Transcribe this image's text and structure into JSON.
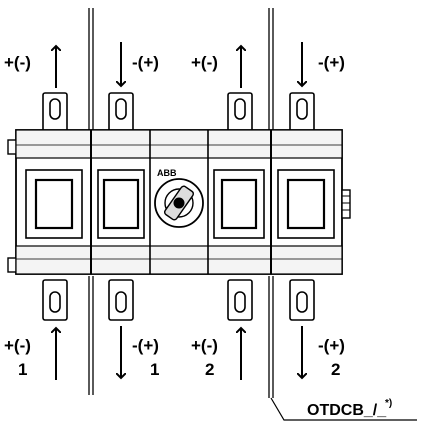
{
  "brand": {
    "logo": "ABB"
  },
  "top_labels": [
    {
      "polarity": "+(-)",
      "direction": "up"
    },
    {
      "polarity": "-(+)",
      "direction": "down"
    },
    {
      "polarity": "+(-)",
      "direction": "up"
    },
    {
      "polarity": "-(+)",
      "direction": "down"
    }
  ],
  "bottom_labels": [
    {
      "polarity": "+(-)",
      "number": "1",
      "direction": "up"
    },
    {
      "polarity": "-(+)",
      "number": "1",
      "direction": "down"
    },
    {
      "polarity": "+(-)",
      "number": "2",
      "direction": "up"
    },
    {
      "polarity": "-(+)",
      "number": "2",
      "direction": "down"
    }
  ],
  "callout": {
    "text": "OTDCB_/_",
    "superscript": "*)"
  }
}
